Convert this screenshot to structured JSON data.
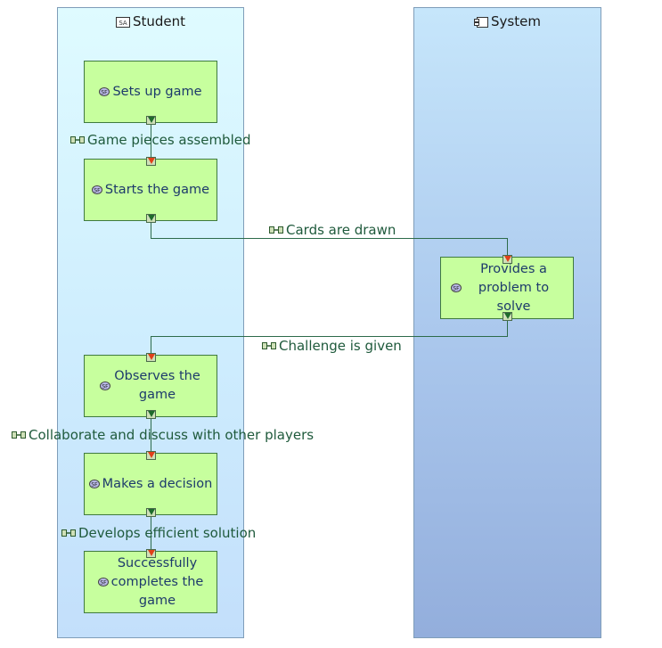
{
  "lanes": {
    "student": "Student",
    "system": "System"
  },
  "functions": {
    "sets_up_game": "Sets up game",
    "starts_game": "Starts the game",
    "provides_problem": "Provides a problem to solve",
    "observes_game": "Observes the game",
    "makes_decision": "Makes a decision",
    "completes_game": "Successfully completes the game"
  },
  "exchanges": {
    "pieces_assembled": "Game pieces assembled",
    "cards_drawn": "Cards are drawn",
    "challenge_given": "Challenge is given",
    "collaborate": "Collaborate and discuss with other players",
    "develops_solution": "Develops efficient solution"
  },
  "colors": {
    "function_fill": "#c7ff9e",
    "exchange_line": "#2d6b4a",
    "in_port": "#e0401a",
    "out_port": "#1f6b2b"
  }
}
